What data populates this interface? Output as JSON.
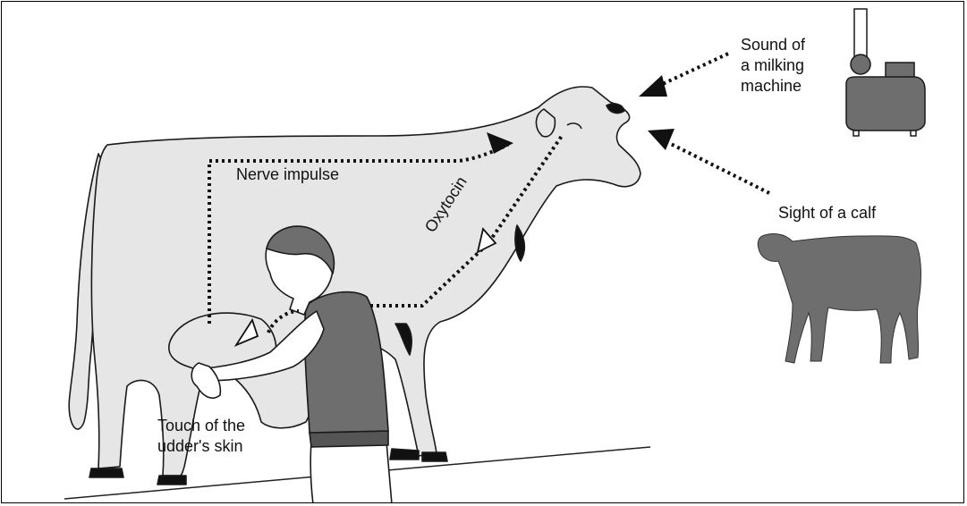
{
  "labels": {
    "sound": "Sound of\na milking\nmachine",
    "sight": "Sight of a calf",
    "nerve": "Nerve impulse",
    "oxytocin": "Oxytocin",
    "touch": "Touch of the\nudder's skin"
  },
  "colors": {
    "cow_fill": "#e6e6e6",
    "figure_fill": "#6e6e6e",
    "outline": "#1a1a1a"
  }
}
